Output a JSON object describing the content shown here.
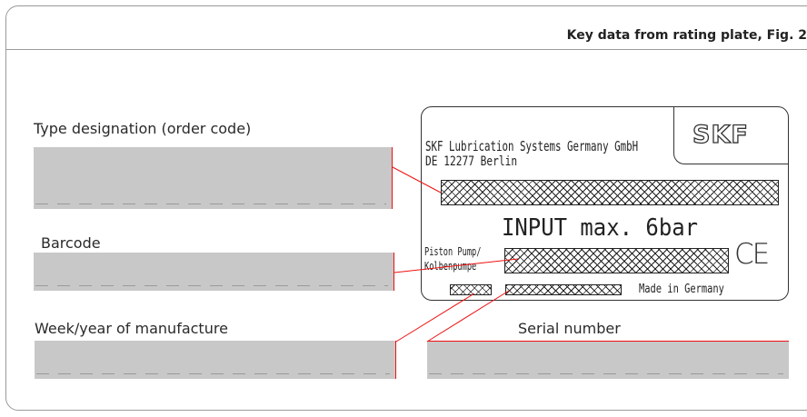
{
  "title": "Key data from rating plate, Fig. 2",
  "fields": {
    "type_designation": "Type designation (order code)",
    "barcode": "Barcode",
    "week_year": "Week/year of manufacture",
    "serial_number": "Serial number"
  },
  "plate": {
    "logo": "SKF",
    "company": "SKF Lubrication Systems Germany GmbH",
    "address": "DE  12277  Berlin",
    "input": "INPUT  max.  6bar",
    "pump_line1": "Piston Pump/",
    "pump_line2": "Kolbenpumpe",
    "made_in": "Made  in  Germany",
    "ce_mark": "CE"
  },
  "colors": {
    "field_fill": "#c8c8c8",
    "leader_lines": "#e11111",
    "plate_ink": "#222222"
  }
}
